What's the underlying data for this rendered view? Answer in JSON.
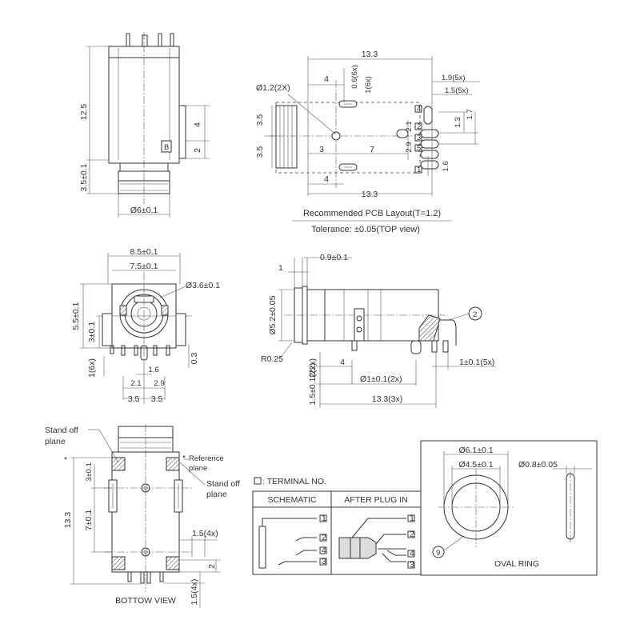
{
  "front_view": {
    "height": "12.5",
    "base": "3.5±0.1",
    "dim_4": "4",
    "dim_2": "2",
    "diameter": "Ø6±0.1",
    "marker": "B"
  },
  "pcb_layout": {
    "width_top": "13.3",
    "width_bottom": "13.3",
    "hole": "Ø1.2(2X)",
    "d4_top": "4",
    "d4_bottom": "4",
    "d06": "0.6(6x)",
    "d1": "1(6x)",
    "d19": "1.9(5x)",
    "d15": "1.5(5x)",
    "d13": "1.3",
    "d17": "1.7",
    "d21": "2.1",
    "d29": "2.9",
    "d16": "1.6",
    "d35a": "3.5",
    "d35b": "3.5",
    "d3": "3",
    "d7": "7",
    "caption": "Recommended PCB Layout(T=1.2)",
    "tolerance": "Tolerance: ±0.05(TOP view)",
    "terminals": [
      "1",
      "2",
      "3",
      "4",
      "5"
    ]
  },
  "end_view": {
    "w85": "8.5±0.1",
    "w75": "7.5±0.1",
    "d36": "Ø3.6±0.1",
    "h55": "5.5±0.1",
    "h3": "3±0.1",
    "p1": "1(6x)",
    "p21": "2.1",
    "p16": "1.6",
    "p29": "2.9",
    "p03": "0.3",
    "p35a": "3.5",
    "p35b": "3.5"
  },
  "side_view": {
    "d1": "1",
    "d09": "0.9±0.1",
    "d52": "Ø5.2±0.05",
    "r025": "R0.25",
    "d2x": "2(2x)",
    "d4": "4",
    "d1x": "Ø1±0.1(2x)",
    "d1x5": "1±0.1(5x)",
    "d15": "1.5±0.1(2x)",
    "d133": "13.3(3x)",
    "balloon": "2"
  },
  "bottom_view": {
    "standoff1": "Stand off",
    "plane1": "plane",
    "ref1": "Reference",
    "ref2": "plane",
    "standoff2": "Stand off",
    "plane2": "plane",
    "d3": "3±0.1",
    "d7": "7±0.1",
    "d133": "13.3",
    "d15a": "1.5(4x)",
    "d2": "2",
    "d15b": "1.5(4x)",
    "title": "BOTTOW VIEW",
    "star1": "*",
    "star2": "*"
  },
  "legend": {
    "terminal_label": ": TERMINAL NO.",
    "schematic": "SCHEMATIC",
    "after_plug": "AFTER PLUG IN",
    "pins": [
      "1",
      "2",
      "4",
      "3"
    ]
  },
  "oval_ring": {
    "d61": "Ø6.1±0.1",
    "d45": "Ø4.5±0.1",
    "d08": "Ø0.8±0.05",
    "balloon": "9",
    "title": "OVAL RING"
  }
}
